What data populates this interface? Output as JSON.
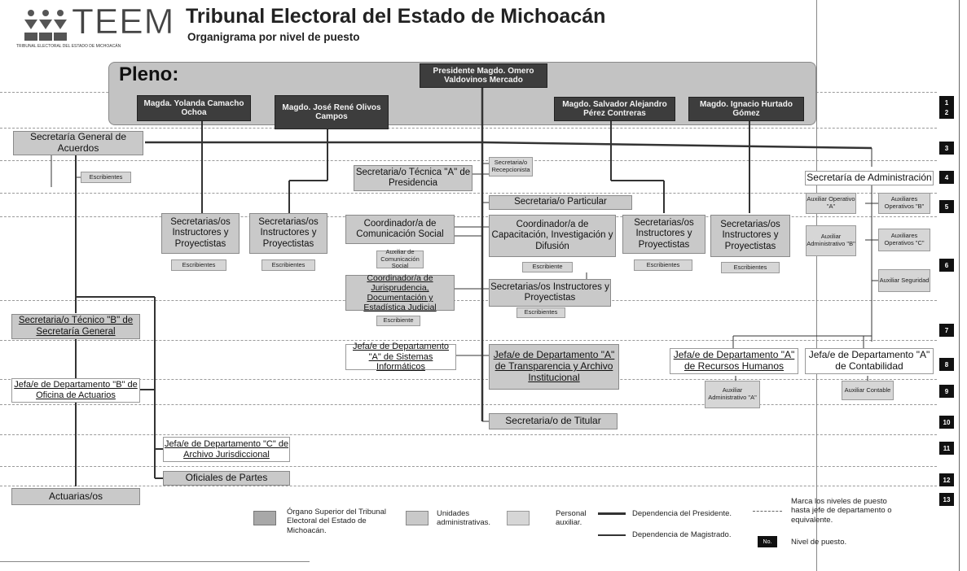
{
  "header": {
    "logo_text": "TEEM",
    "logo_sub": "TRIBUNAL ELECTORAL DEL ESTADO DE MICHOACÁN",
    "title": "Tribunal Electoral del Estado de Michoacán",
    "subtitle": "Organigrama por nivel de puesto"
  },
  "pleno": {
    "label": "Pleno:"
  },
  "magistrados": {
    "presidente": "Presidente Magdo. Omero Valdovinos Mercado",
    "yolanda": "Magda. Yolanda Camacho Ochoa",
    "jose": "Magdo. José René Olivos Campos",
    "salvador": "Magdo. Salvador Alejandro Pérez Contreras",
    "ignacio": "Magdo. Ignacio Hurtado Gómez"
  },
  "units": {
    "sga": "Secretaría General de Acuerdos",
    "esc_sga": "Escribientes",
    "stp": "Secretaria/o Técnica \"A\" de Presidencia",
    "sec_recep": "Secretaria/o Recepcionista",
    "sec_part": "Secretaria/o Particular",
    "sec_admin": "Secretaría de Administración",
    "sip1": "Secretarias/os Instructores y Proyectistas",
    "sip2": "Secretarias/os Instructores y Proyectistas",
    "esc1": "Escribientes",
    "esc2": "Escribientes",
    "ccs": "Coordinador/a de Comunicación Social",
    "aux_ccs": "Auxiliar de Comunicación Social",
    "ccid": "Coordinador/a de Capacitación, Investigación y Difusión",
    "esc_ccid": "Escribiente",
    "sip3": "Secretarias/os Instructores y Proyectistas",
    "esc3": "Escribientes",
    "sip4": "Secretarias/os Instructores y Proyectistas",
    "esc4": "Escribientes",
    "aux_op_a": "Auxiliar Operativo \"A\"",
    "aux_op_b": "Auxiliares Operativos \"B\"",
    "aux_adm_b": "Auxiliar Administrativo \"B\"",
    "aux_op_c": "Auxiliares Operativos \"C\"",
    "aux_seg": "Auxiliar Seguridad",
    "cjde": "Coordinador/a de Jurisprudencia, Documentación y Estadística Judicial",
    "esc_cjde": "Escribiente",
    "sip5": "Secretarias/os Instructores y Proyectistas",
    "esc5": "Escribientes",
    "stb": "Secretaria/o Técnico \"B\" de Secretaría General",
    "jd_si": "Jefa/e de Departamento \"A\" de Sistemas Informáticos",
    "jd_tai": "Jefa/e de Departamento \"A\" de Transparencia y Archivo Institucional",
    "jd_rh": "Jefa/e de Departamento \"A\" de Recursos Humanos",
    "jd_cont": "Jefa/e de Departamento \"A\" de Contabilidad",
    "aux_adm_a": "Auxiliar Administrativo \"A\"",
    "aux_cont": "Auxiliar Contable",
    "jd_oa": "Jefa/e de Departamento \"B\" de Oficina de Actuarios",
    "sec_tit": "Secretaria/o de Titular",
    "jd_aj": "Jefa/e de Departamento \"C\" de Archivo Jurisdiccional",
    "of_partes": "Oficiales de Partes",
    "actuarios": "Actuarias/os"
  },
  "levels": [
    "1",
    "2",
    "3",
    "4",
    "5",
    "6",
    "7",
    "8",
    "9",
    "10",
    "11",
    "12",
    "13"
  ],
  "legend": {
    "organo": "Órgano Superior del Tribunal Electoral del Estado de Michoacán.",
    "unidades": "Unidades administrativas.",
    "personal": "Personal auxiliar.",
    "dep_pres": "Dependencia del Presidente.",
    "dep_mag": "Dependencia de Magistrado.",
    "marca": "Marca los niveles de puesto hasta jefe de departamento o equivalente.",
    "no": "No.",
    "nivel": "Nivel de puesto."
  }
}
